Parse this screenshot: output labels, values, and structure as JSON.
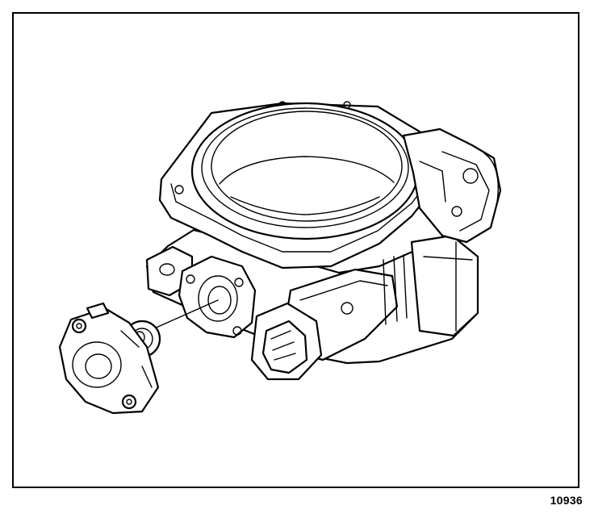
{
  "figure": {
    "id_label": "10936"
  },
  "colors": {
    "line": "#000000",
    "background": "#ffffff"
  },
  "parts": [
    "throttle-body",
    "throttle-bore",
    "mounting-flange",
    "idle-air-control-valve",
    "electrical-connector",
    "throttle-position-sensor",
    "o-ring-seal",
    "throttle-shaft",
    "throttle-lever-linkage"
  ]
}
